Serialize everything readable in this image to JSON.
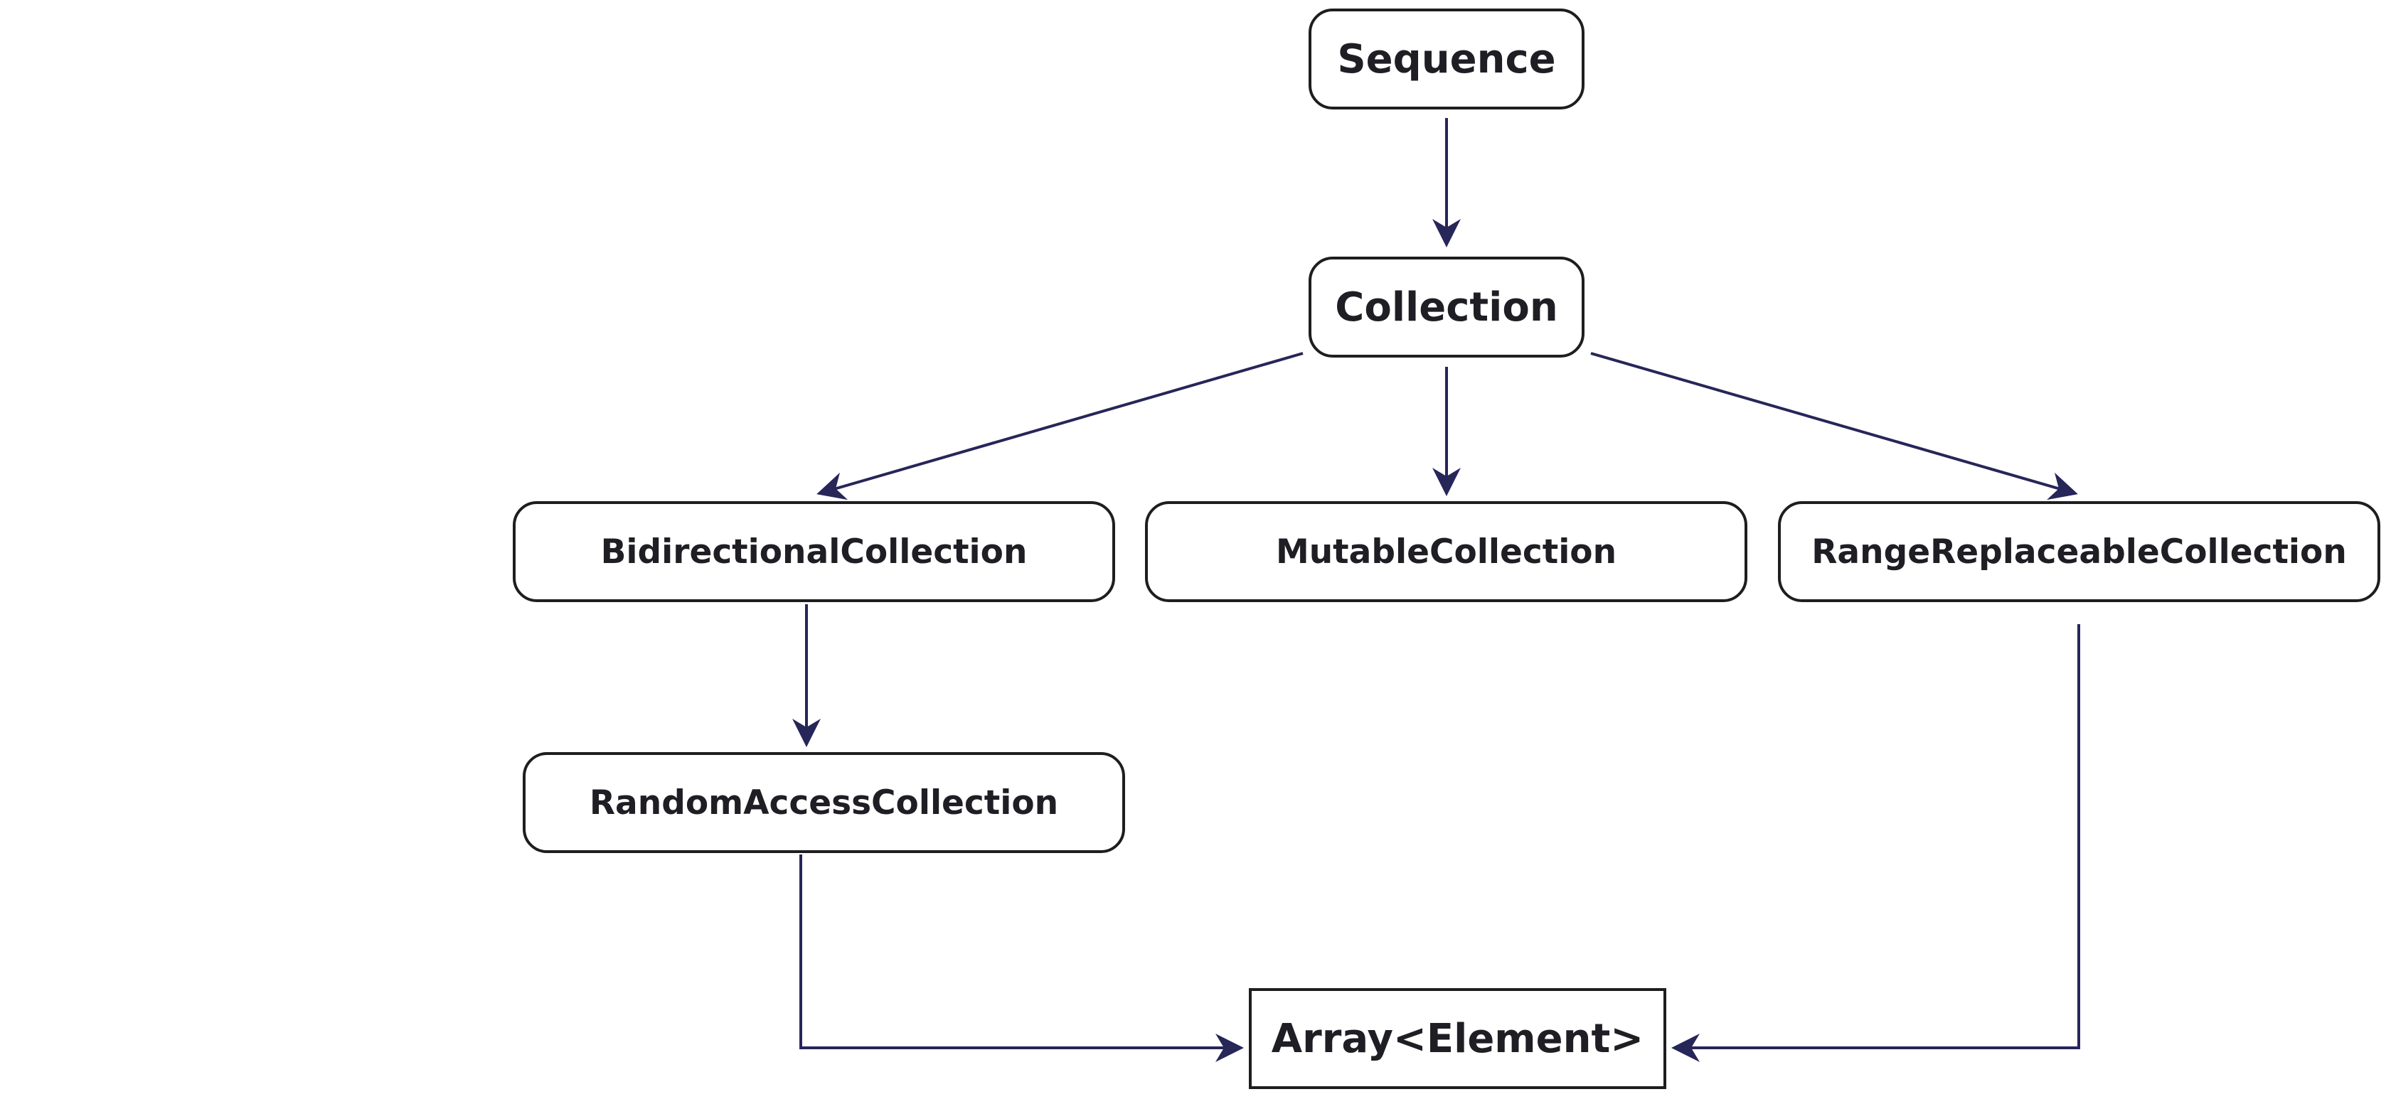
{
  "diagram": {
    "nodes": {
      "sequence": "Sequence",
      "collection": "Collection",
      "bidirectional": "BidirectionalCollection",
      "mutable": "MutableCollection",
      "range_replaceable": "RangeReplaceableCollection",
      "random_access": "RandomAccessCollection",
      "array": "Array<Element>"
    },
    "edges": [
      {
        "from": "sequence",
        "to": "collection"
      },
      {
        "from": "collection",
        "to": "bidirectional"
      },
      {
        "from": "collection",
        "to": "mutable"
      },
      {
        "from": "collection",
        "to": "range_replaceable"
      },
      {
        "from": "bidirectional",
        "to": "random_access"
      },
      {
        "from": "random_access",
        "to": "array"
      },
      {
        "from": "range_replaceable",
        "to": "array"
      }
    ],
    "colors": {
      "arrow": "#262659",
      "box_border": "#1e1e1e",
      "text": "#1e1e24"
    }
  }
}
